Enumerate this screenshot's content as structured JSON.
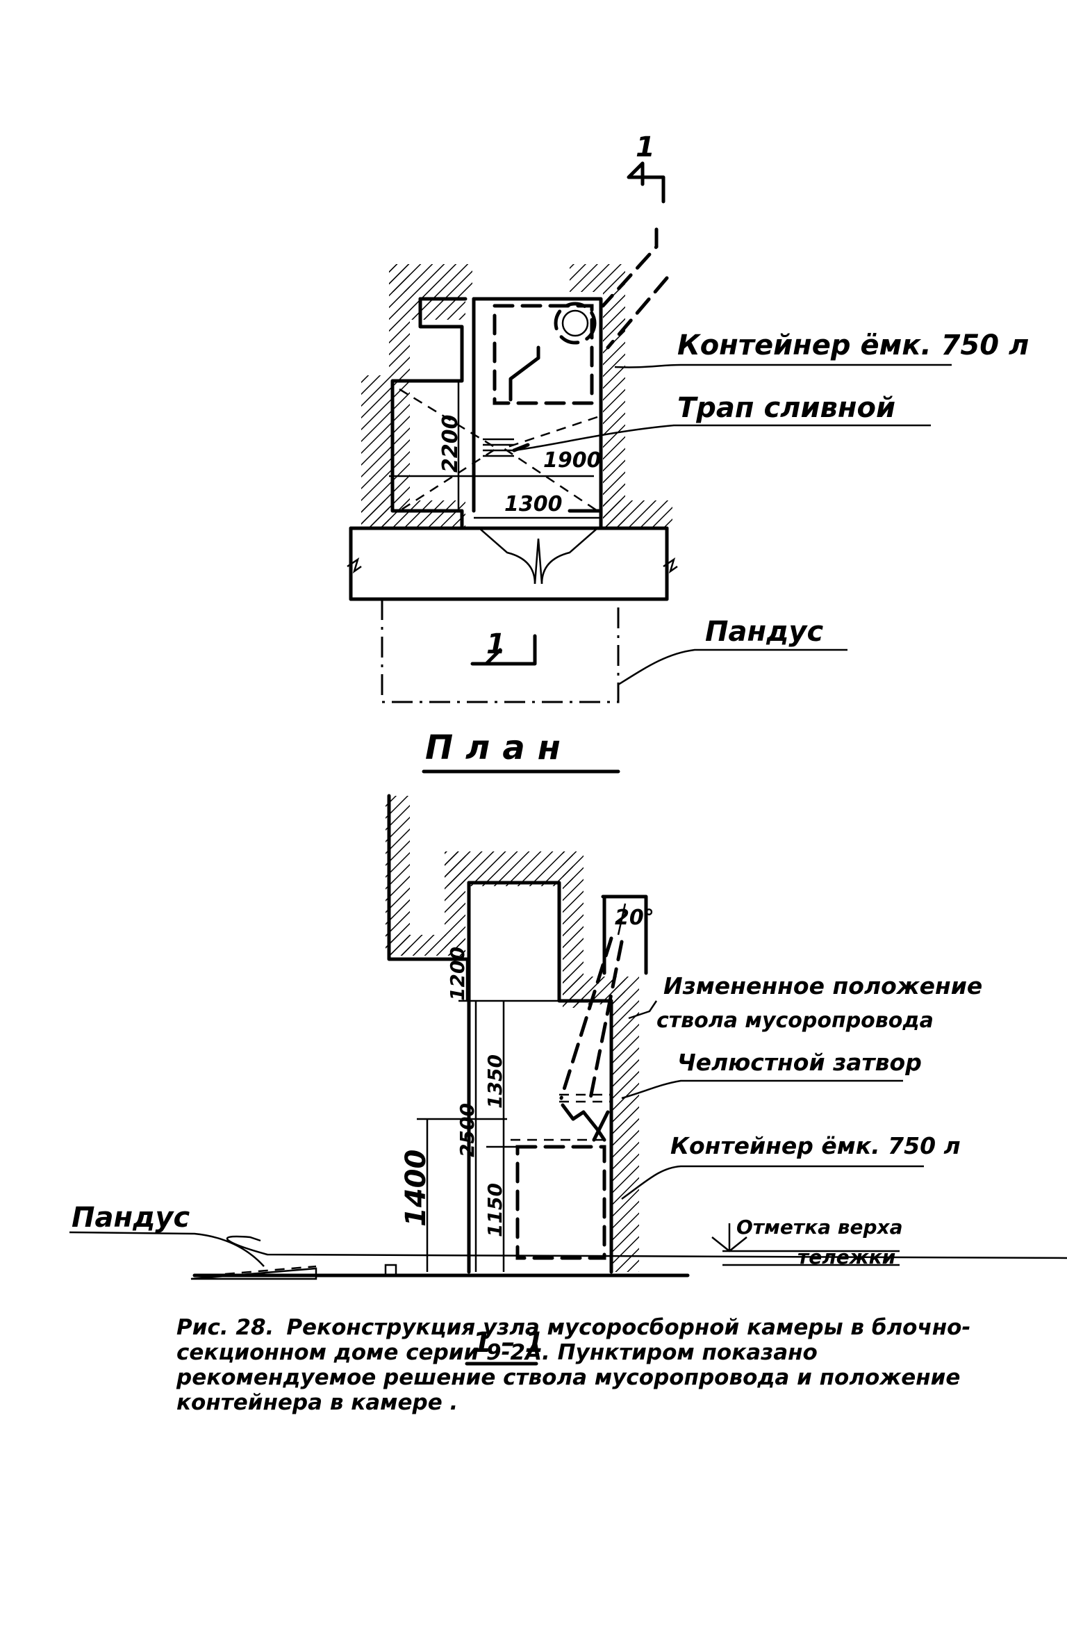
{
  "plan": {
    "section_mark": "1",
    "section_mark_bottom": "1",
    "label_container": "Контейнер ёмк. 750 л",
    "label_drain": "Трап сливной",
    "label_ramp": "Пандус",
    "title": "План",
    "dim_2200": "2200",
    "dim_1900": "1900",
    "dim_1300": "1300"
  },
  "section": {
    "title": "1 – 1",
    "angle": "20°",
    "label_changed_1": "Измененное положение",
    "label_changed_2": "ствола мусоропровода",
    "label_gate": "Челюстной затвор",
    "label_container": "Контейнер ёмк. 750 л",
    "label_mark_1": "Отметка верха",
    "label_mark_2": "тележки",
    "label_ramp": "Пандус",
    "dim_1200": "1200",
    "dim_1350": "1350",
    "dim_2500": "2500",
    "dim_1400": "1400",
    "dim_1150": "1150"
  },
  "caption": {
    "number": "Рис. 28.",
    "text": "Реконструкция узла мусоросборной камеры в блочно-секционном доме серии 9-2А. Пунктиром показано рекомендуемое решение ствола мусоропровода и положение контейнера в камере ."
  }
}
